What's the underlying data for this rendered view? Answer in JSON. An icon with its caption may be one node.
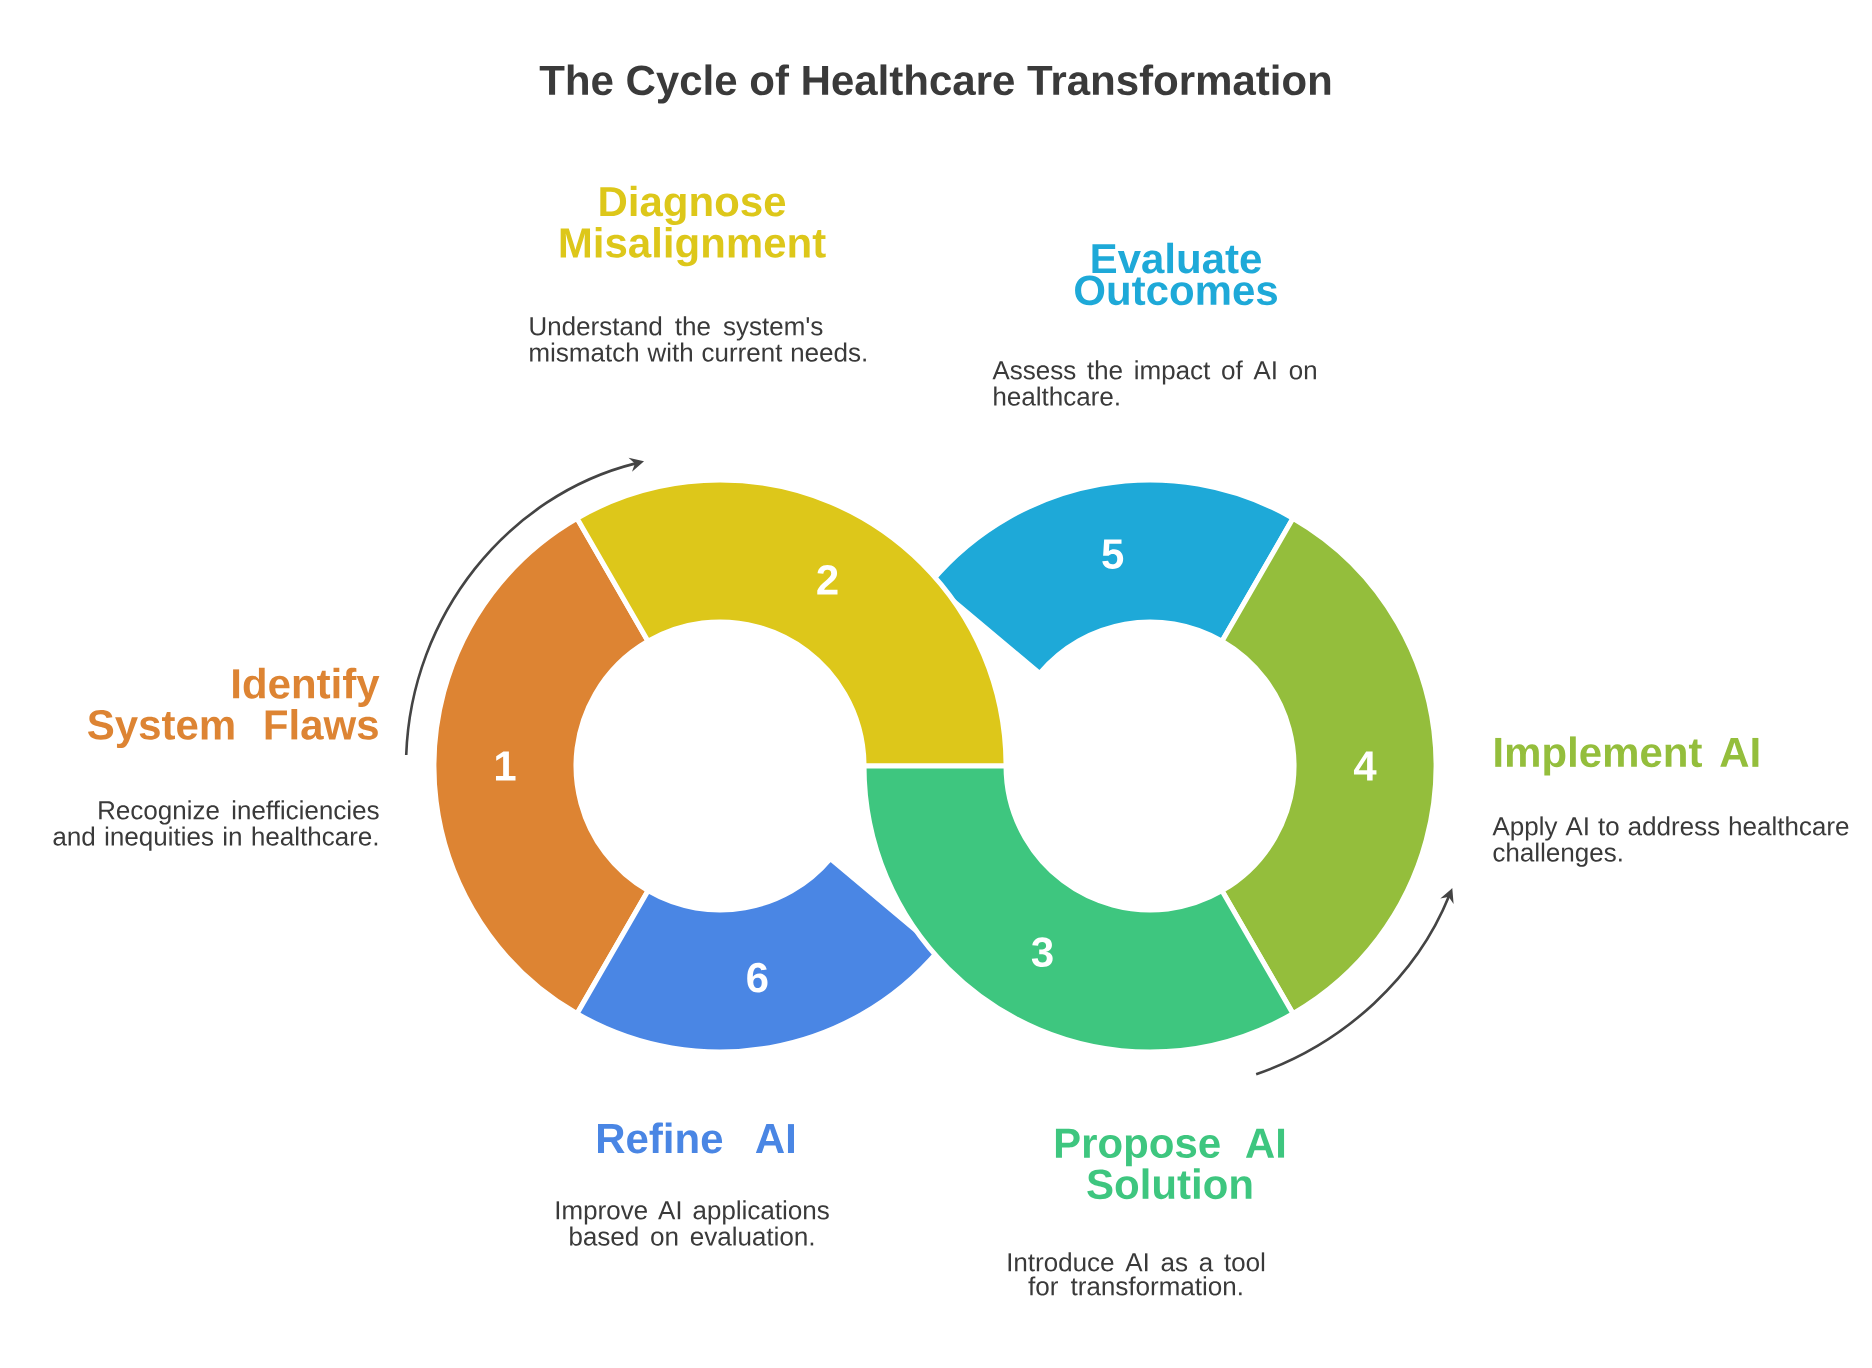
{
  "diagram": {
    "title": "The Cycle of Healthcare Transformation",
    "nodes": [
      {
        "text": [
          "1"
        ],
        "beside": [
          "Identify System Flaws",
          "Recognize inefficiencies and inequities in healthcare."
        ]
      },
      {
        "text": [
          "2"
        ],
        "beside": [
          "Diagnose Misalignment",
          "Understand the system's mismatch with current needs."
        ]
      },
      {
        "text": [
          "3"
        ],
        "beside": [
          "Propose AI Solution",
          "Introduce AI as a tool for transformation."
        ]
      },
      {
        "text": [
          "4"
        ],
        "beside": [
          "Implement AI",
          "Apply AI to address healthcare challenges."
        ]
      },
      {
        "text": [
          "5"
        ],
        "beside": [
          "Evaluate Outcomes",
          "Assess the impact of AI on healthcare."
        ]
      },
      {
        "text": [
          "6"
        ],
        "beside": [
          "Refine AI",
          "Improve AI applications based on evaluation."
        ]
      }
    ]
  }
}
